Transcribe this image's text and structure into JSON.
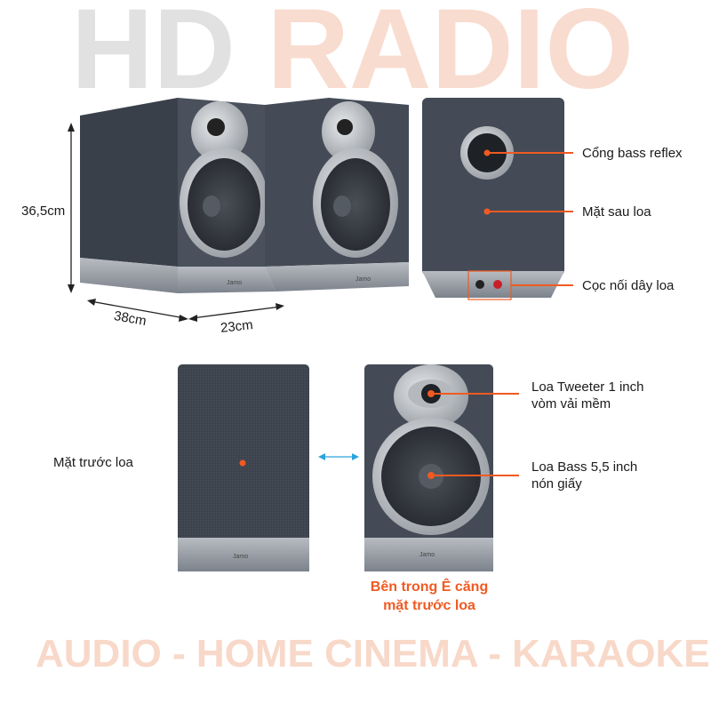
{
  "watermark": {
    "brand_left": "HD",
    "brand_right": "RADIO",
    "tagline": "AUDIO - HOME CINEMA - KARAOKE"
  },
  "dimensions": {
    "height": "36,5cm",
    "depth": "38cm",
    "width": "23cm"
  },
  "back_labels": {
    "port": "Cổng bass reflex",
    "back": "Mặt sau loa",
    "terminals": "Cọc nối dây loa"
  },
  "front_labels": {
    "grille": "Mặt trước loa",
    "tweeter_line1": "Loa Tweeter 1 inch",
    "tweeter_line2": "vòm vải mềm",
    "woofer_line1": "Loa Bass 5,5 inch",
    "woofer_line2": "nón giấy"
  },
  "caption": {
    "line1": "Bên trong Ê căng",
    "line2": "mặt trước loa"
  },
  "brand_logo": "Jamo",
  "colors": {
    "accent": "#f05a22",
    "arrow_blue": "#2aa3dc",
    "cabinet": "#3c4350",
    "base": "#9aa0a8"
  }
}
